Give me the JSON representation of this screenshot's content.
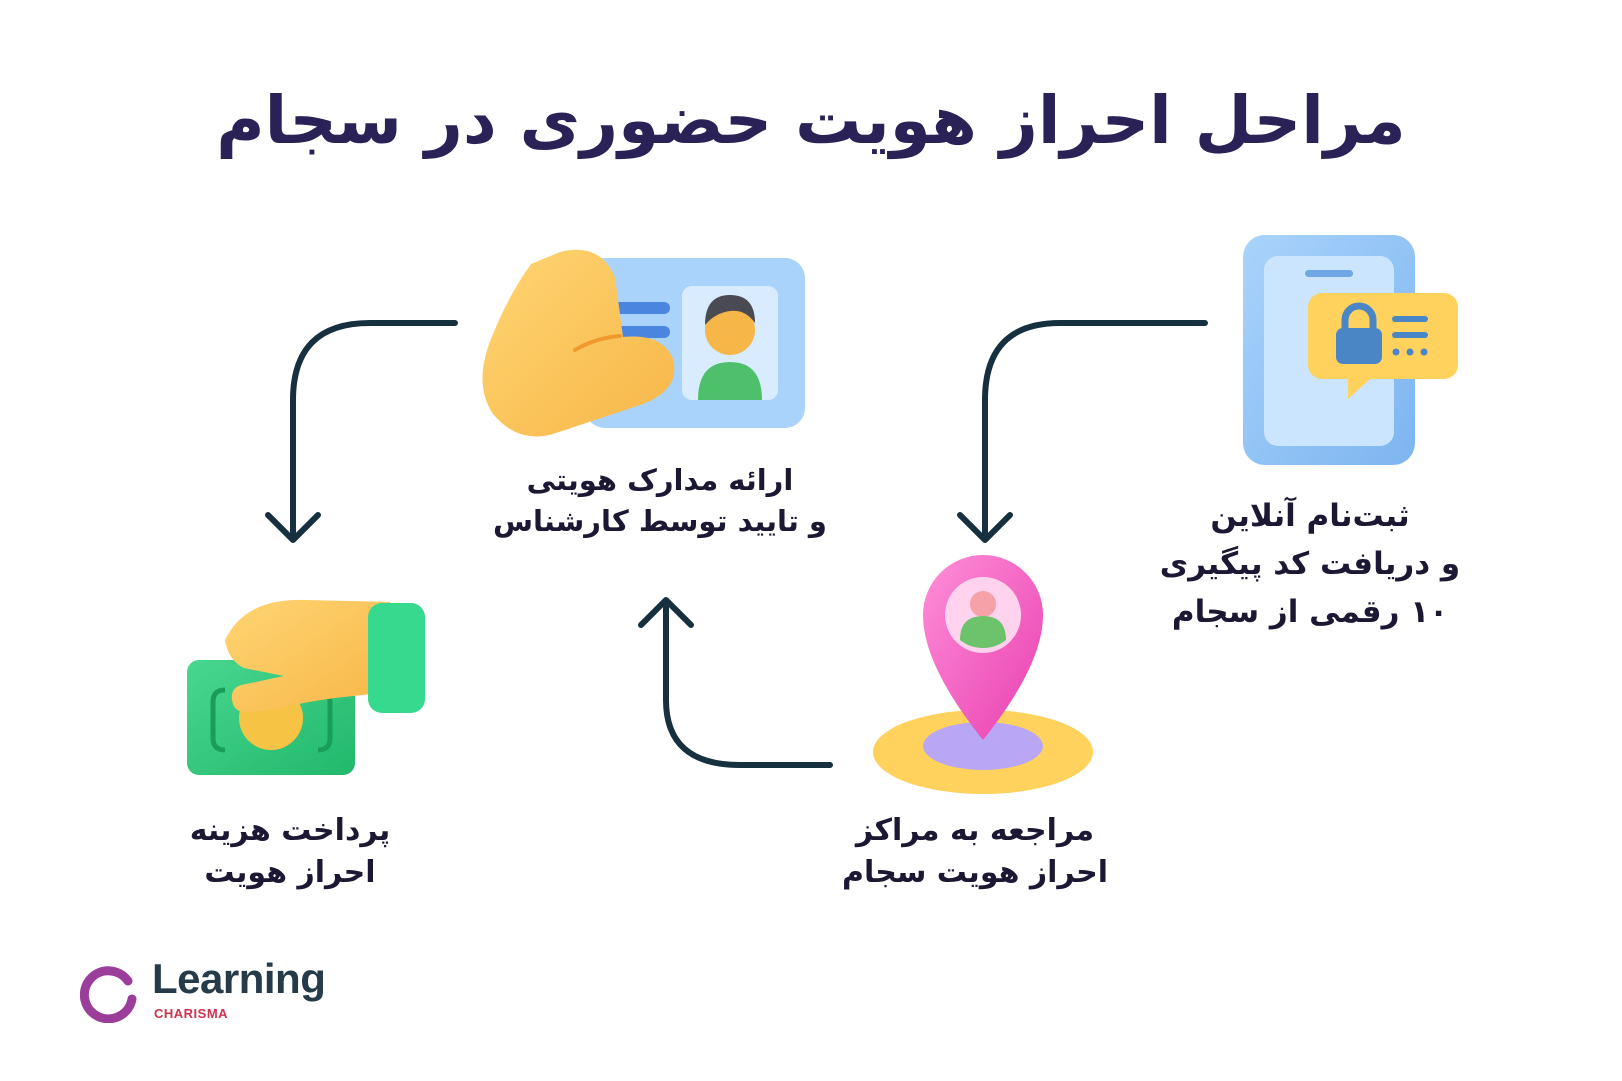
{
  "title": "مراحل احراز هویت حضوری در سجام",
  "steps": [
    {
      "lines": [
        "ثبت‌نام آنلاین",
        "و دریافت کد پیگیری",
        "۱۰ رقمی از سجام"
      ],
      "icon": "phone-lock-icon"
    },
    {
      "lines": [
        "ارائه مدارک هویتی",
        "و تایید توسط کارشناس"
      ],
      "icon": "id-card-hand-icon"
    },
    {
      "lines": [
        "مراجعه به مراکز",
        "احراز هویت سجام"
      ],
      "icon": "location-pin-icon"
    },
    {
      "lines": [
        "پرداخت هزینه",
        "احراز هویت"
      ],
      "icon": "money-hand-icon"
    }
  ],
  "logo": {
    "word": "Learning",
    "sub": "CHARISMA"
  },
  "colors": {
    "title": "#2a2256",
    "arrow": "#16303f",
    "brand_purple": "#9b3d9a",
    "brand_red": "#d0324e"
  }
}
